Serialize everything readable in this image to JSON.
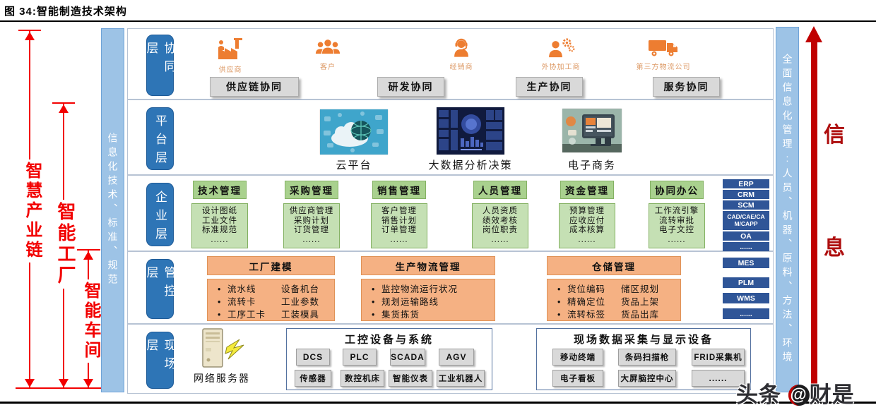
{
  "title": "图 34:智能制造技术架构",
  "watermark": {
    "prefix": "头条",
    "at": "@",
    "suffix": "财是"
  },
  "left_annotations": {
    "arrows": [
      {
        "label": "智慧产业链"
      },
      {
        "label": "智能工厂"
      },
      {
        "label": "智能车间"
      }
    ]
  },
  "left_bar_text": "信息化技术、标准、规范",
  "right_bar_text": "全面信息化管理:人员、机器、原料、方法、环境",
  "right_arrow": {
    "chars": [
      "信",
      "息"
    ]
  },
  "colors": {
    "layer_label_blue": "#2E75B6",
    "side_bar_blue": "#9DC3E6",
    "green_title": "#A9D18E",
    "green_body": "#C5E0B4",
    "orange_fill": "#F5B183",
    "system_blue": "#2F5597",
    "button_gray": "#D9D9D9",
    "icon_orange": "#ED7D31",
    "arrow_red": "#F20000",
    "dark_red": "#C00000"
  },
  "layers": {
    "collaboration": {
      "label": "协同层",
      "actors": [
        {
          "name": "供应商",
          "icon": "supplier-icon"
        },
        {
          "name": "客户",
          "icon": "customer-icon"
        },
        {
          "name": "经销商",
          "icon": "distributor-icon"
        },
        {
          "name": "外协加工商",
          "icon": "outsourcing-icon"
        },
        {
          "name": "第三方物流公司",
          "icon": "logistics-truck-icon"
        }
      ],
      "buttons": [
        "供应链协同",
        "研发协同",
        "生产协同",
        "服务协同"
      ]
    },
    "platform": {
      "label": "平台层",
      "items": [
        {
          "caption": "云平台"
        },
        {
          "caption": "大数据分析决策"
        },
        {
          "caption": "电子商务"
        }
      ]
    },
    "enterprise": {
      "label": "企业层",
      "columns": [
        {
          "title": "技术管理",
          "items": [
            "设计图纸",
            "工业文件",
            "标准规范",
            "......"
          ]
        },
        {
          "title": "采购管理",
          "items": [
            "供应商管理",
            "采购计划",
            "订货管理",
            "......"
          ]
        },
        {
          "title": "销售管理",
          "items": [
            "客户管理",
            "销售计划",
            "订单管理",
            "......"
          ]
        },
        {
          "title": "人员管理",
          "items": [
            "人员资质",
            "绩效考核",
            "岗位职责",
            "......"
          ]
        },
        {
          "title": "资金管理",
          "items": [
            "预算管理",
            "应收应付",
            "成本核算",
            "......"
          ]
        },
        {
          "title": "协同办公",
          "items": [
            "工作流引擎",
            "流转审批",
            "电子文控",
            "......"
          ]
        }
      ],
      "systems": [
        "ERP",
        "CRM",
        "SCM",
        "CAD/CAE/CAM/CAPP",
        "OA",
        "......"
      ]
    },
    "control": {
      "label": "管控层",
      "groups": [
        {
          "title": "工厂建模",
          "bullets": [
            {
              "left": "流水线",
              "right": "设备机台"
            },
            {
              "left": "流转卡",
              "right": "工业参数"
            },
            {
              "left": "工序工卡",
              "right": "工装模具"
            }
          ]
        },
        {
          "title": "生产物流管理",
          "bullets": [
            {
              "left": "监控物流运行状况",
              "right": ""
            },
            {
              "left": "规划运输路线",
              "right": ""
            },
            {
              "left": "集货拣货",
              "right": ""
            }
          ]
        },
        {
          "title": "仓储管理",
          "bullets": [
            {
              "left": "货位编码",
              "right": "储区规划"
            },
            {
              "left": "精确定位",
              "right": "货品上架"
            },
            {
              "left": "流转标签",
              "right": "货品出库"
            }
          ]
        }
      ],
      "systems": [
        "MES",
        "PLM",
        "WMS",
        "......"
      ]
    },
    "field": {
      "label": "现场层",
      "server_label": "网络服务器",
      "boxes": [
        {
          "title": "工控设备与系统",
          "rows": [
            [
              "DCS",
              "PLC",
              "SCADA",
              "AGV"
            ],
            [
              "传感器",
              "数控机床",
              "智能仪表",
              "工业机器人"
            ]
          ]
        },
        {
          "title": "现场数据采集与显示设备",
          "rows": [
            [
              "移动终端",
              "条码扫描枪",
              "FRID采集机"
            ],
            [
              "电子看板",
              "大屏脑控中心",
              "......"
            ]
          ]
        }
      ]
    }
  }
}
